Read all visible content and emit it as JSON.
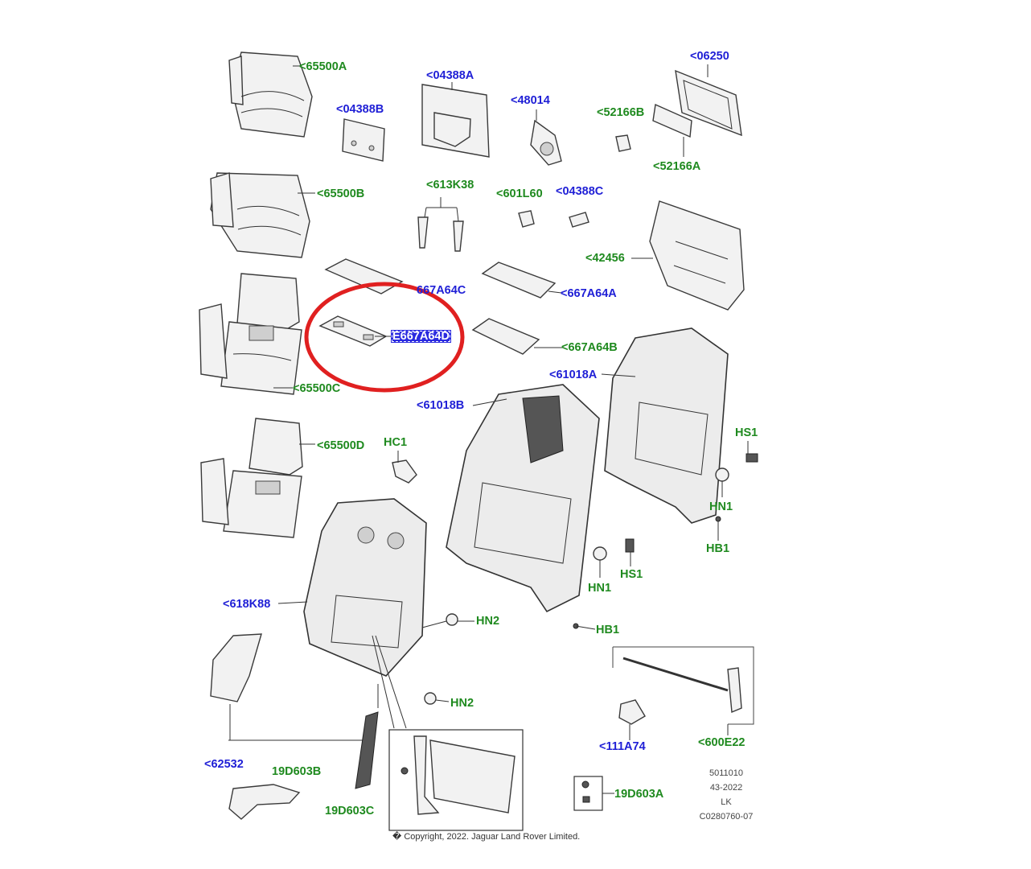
{
  "labels": {
    "p65500A": "<65500A",
    "p65500B": "<65500B",
    "p65500C": "<65500C",
    "p65500D": "<65500D",
    "p04388A": "<04388A",
    "p04388B": "<04388B",
    "p04388C": "<04388C",
    "p48014": "<48014",
    "p06250": "<06250",
    "p52166B": "<52166B",
    "p52166A": "<52166A",
    "p613K38": "<613K38",
    "p601L60": "<601L60",
    "p42456": "<42456",
    "p667A64C": "667A64C",
    "p667A64A": "<667A64A",
    "p667A64D": "E667A64D",
    "p667A64B": "<667A64B",
    "p61018A": "<61018A",
    "p61018B": "<61018B",
    "pHC1": "HC1",
    "pHS1a": "HS1",
    "pHN1a": "HN1",
    "pHB1a": "HB1",
    "pHN1b": "HN1",
    "pHS1b": "HS1",
    "pHB1b": "HB1",
    "p618K88": "<618K88",
    "pHN2a": "HN2",
    "pHN2b": "HN2",
    "p62532": "<62532",
    "p19D603B": "19D603B",
    "p19D603C": "19D603C",
    "p111A74": "<111A74",
    "p600E22": "<600E22",
    "p19D603A": "19D603A"
  },
  "meta": {
    "line1": "5011010",
    "line2": "43-2022",
    "line3": "LK",
    "line4": "C0280760-07"
  },
  "copyright": "� Copyright, 2022. Jaguar Land Rover Limited.",
  "colors": {
    "part_number_blue": "#1f1fd6",
    "part_number_green": "#1f8a1f",
    "highlight_circle": "#e02020",
    "highlight_fill": "#2a2ae0"
  }
}
